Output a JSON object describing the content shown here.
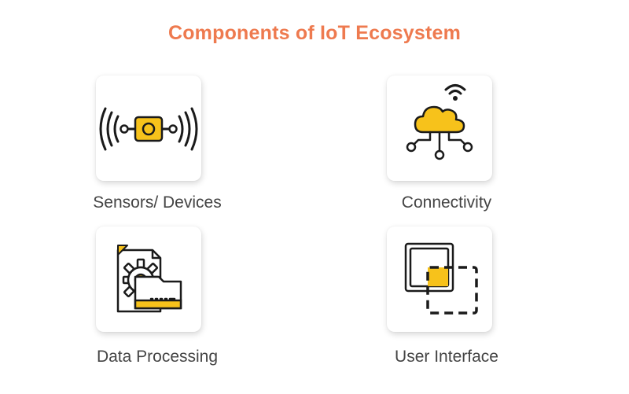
{
  "title": "Components of IoT Ecosystem",
  "components": [
    {
      "label": "Sensors/ Devices",
      "icon": "sensor-device-icon"
    },
    {
      "label": "Connectivity",
      "icon": "cloud-connectivity-icon"
    },
    {
      "label": "Data Processing",
      "icon": "data-processing-icon"
    },
    {
      "label": "User Interface",
      "icon": "user-interface-icon"
    }
  ],
  "colors": {
    "title": "#ee7a4f",
    "accent": "#f7c21b",
    "stroke": "#1a1a1a",
    "label": "#444444"
  }
}
